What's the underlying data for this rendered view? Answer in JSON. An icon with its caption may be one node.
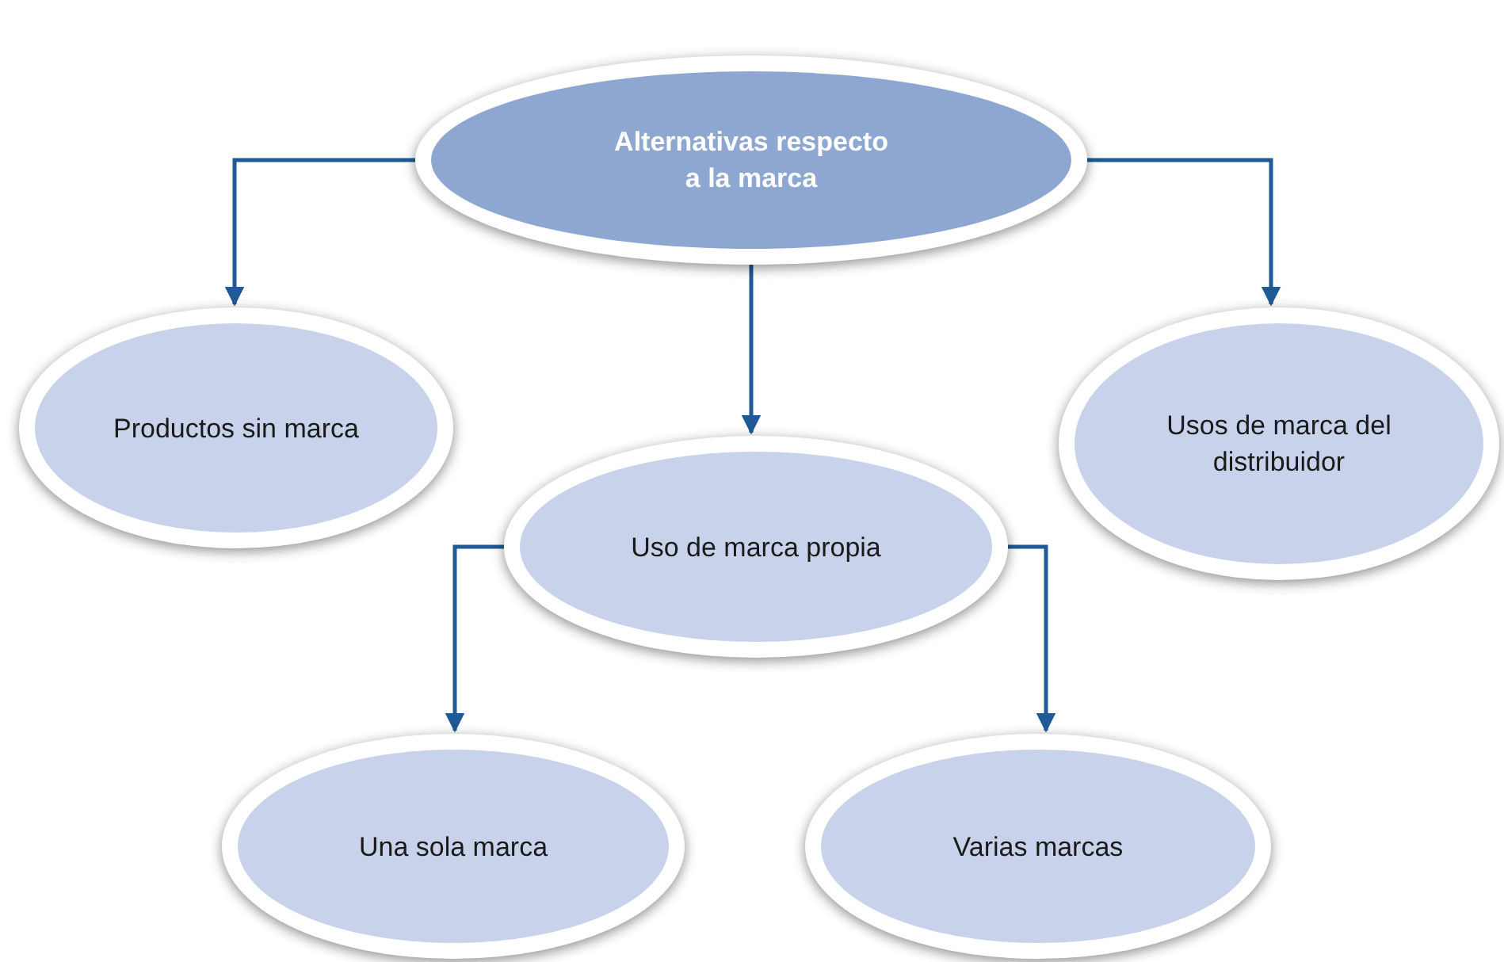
{
  "diagram": {
    "nodes": [
      {
        "text": [
          "Alternativas respecto a la marca"
        ]
      },
      {
        "text": [
          "Productos sin marca"
        ]
      },
      {
        "text": [
          "Uso de marca propia"
        ]
      },
      {
        "text": [
          "Usos de marca del distribuidor"
        ]
      },
      {
        "text": [
          "Una sola marca"
        ]
      },
      {
        "text": [
          "Varias marcas"
        ]
      }
    ],
    "edges": [
      {
        "from": 0,
        "to": 1,
        "arrow": "to"
      },
      {
        "from": 0,
        "to": 2,
        "arrow": "to"
      },
      {
        "from": 0,
        "to": 3,
        "arrow": "to"
      },
      {
        "from": 2,
        "to": 4,
        "arrow": "to"
      },
      {
        "from": 2,
        "to": 5,
        "arrow": "to"
      }
    ]
  }
}
